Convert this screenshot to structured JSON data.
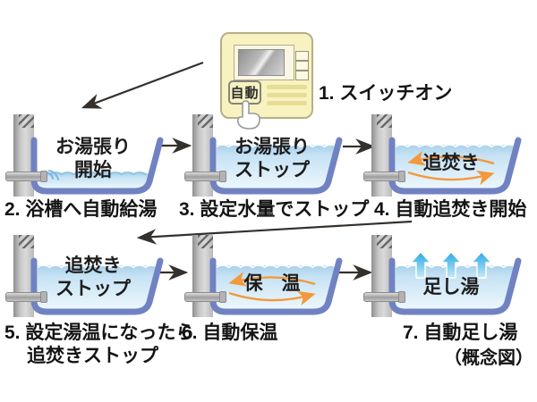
{
  "figure": {
    "note": "（概念図）"
  },
  "remote": {
    "auto_button": "自動",
    "caption": "1. スイッチオン"
  },
  "tubs": [
    {
      "step": 2,
      "text1": "お湯張り",
      "text2": "開始",
      "caption": "2. 浴槽へ自動給湯"
    },
    {
      "step": 3,
      "text1": "お湯張り",
      "text2": "ストップ",
      "caption": "3. 設定水量でストップ"
    },
    {
      "step": 4,
      "text1": "追焚き",
      "caption": "4. 自動追焚き開始"
    },
    {
      "step": 5,
      "text1": "追焚き",
      "text2": "ストップ",
      "caption_line1": "5. 設定湯温になったら",
      "caption_line2": "追焚きストップ"
    },
    {
      "step": 6,
      "text1": "保　温",
      "caption": "6. 自動保温"
    },
    {
      "step": 7,
      "text1": "足し湯",
      "caption": "7. 自動足し湯"
    }
  ],
  "colors": {
    "tub_outline": "#7082c2",
    "water_top": "#a9d0ea",
    "water_bottom": "#edf7fd",
    "circulation_arrow": "#f2993b",
    "flow_arrow": "#35302c",
    "remote_body": "#f8f2c1",
    "add_water_arrow": "#29a9e2"
  }
}
